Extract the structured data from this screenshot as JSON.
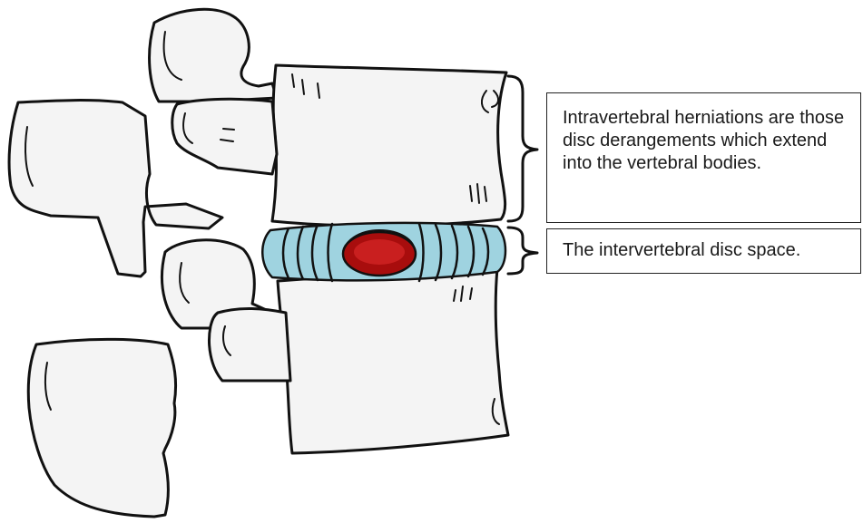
{
  "callouts": {
    "intravertebral": "Intravertebral herniations are those disc derangements which extend into the vertebral bodies.",
    "disc_space": "The intervertebral disc space."
  },
  "colors": {
    "bone_fill": "#f4f4f4",
    "outline": "#111111",
    "disc_fill": "#9fd3e0",
    "herniation_fill": "#a80d0d",
    "herniation_highlight": "#c91f1f",
    "callout_border": "#222222"
  },
  "icons": {
    "brace": "curly-brace"
  }
}
